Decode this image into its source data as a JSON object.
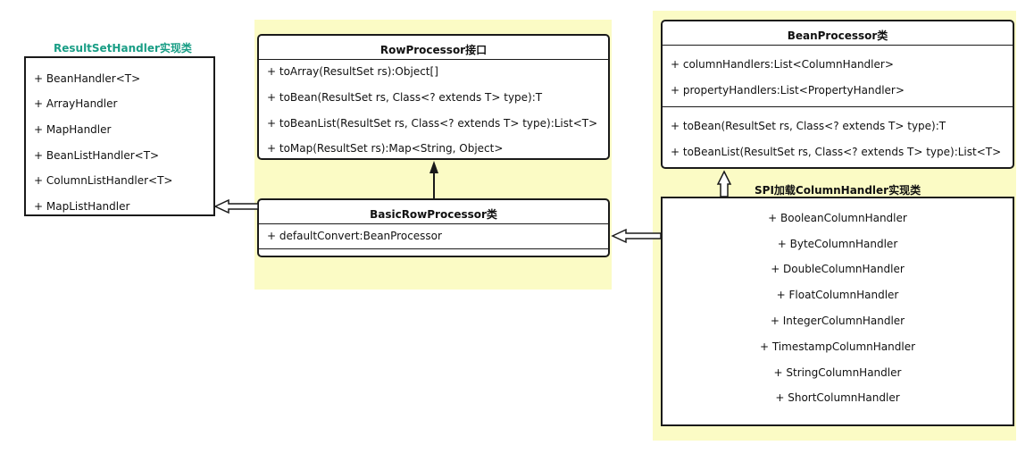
{
  "resultset": {
    "label": "ResultSetHandler实现类",
    "items": [
      "+ BeanHandler<T>",
      "+ ArrayHandler",
      "+ MapHandler",
      "+ BeanListHandler<T>",
      "+ ColumnListHandler<T>",
      "+ MapListHandler"
    ]
  },
  "rowprocessor": {
    "title": "RowProcessor接口",
    "methods": [
      "+ toArray(ResultSet rs):Object[]",
      "+ toBean(ResultSet rs, Class<? extends T> type):T",
      "+ toBeanList(ResultSet rs, Class<? extends T> type):List<T>",
      "+ toMap(ResultSet rs):Map<String, Object>"
    ]
  },
  "basicrow": {
    "title": "BasicRowProcessor类",
    "fields": [
      "+ defaultConvert:BeanProcessor"
    ]
  },
  "beanprocessor": {
    "title": "BeanProcessor类",
    "fields": [
      "+ columnHandlers:List<ColumnHandler>",
      "+ propertyHandlers:List<PropertyHandler>"
    ],
    "methods": [
      "+ toBean(ResultSet rs, Class<? extends T> type):T",
      "+ toBeanList(ResultSet rs, Class<? extends T> type):List<T>"
    ]
  },
  "spi": {
    "label": "SPI加载ColumnHandler实现类",
    "items": [
      "+ BooleanColumnHandler",
      "+ ByteColumnHandler",
      "+ DoubleColumnHandler",
      "+ FloatColumnHandler",
      "+ IntegerColumnHandler",
      "+ TimestampColumnHandler",
      "+ StringColumnHandler",
      "+ ShortColumnHandler"
    ]
  },
  "colors": {
    "zone": "#fbfbc5",
    "label_green": "#1a9e86",
    "border": "#1a1a1a"
  }
}
